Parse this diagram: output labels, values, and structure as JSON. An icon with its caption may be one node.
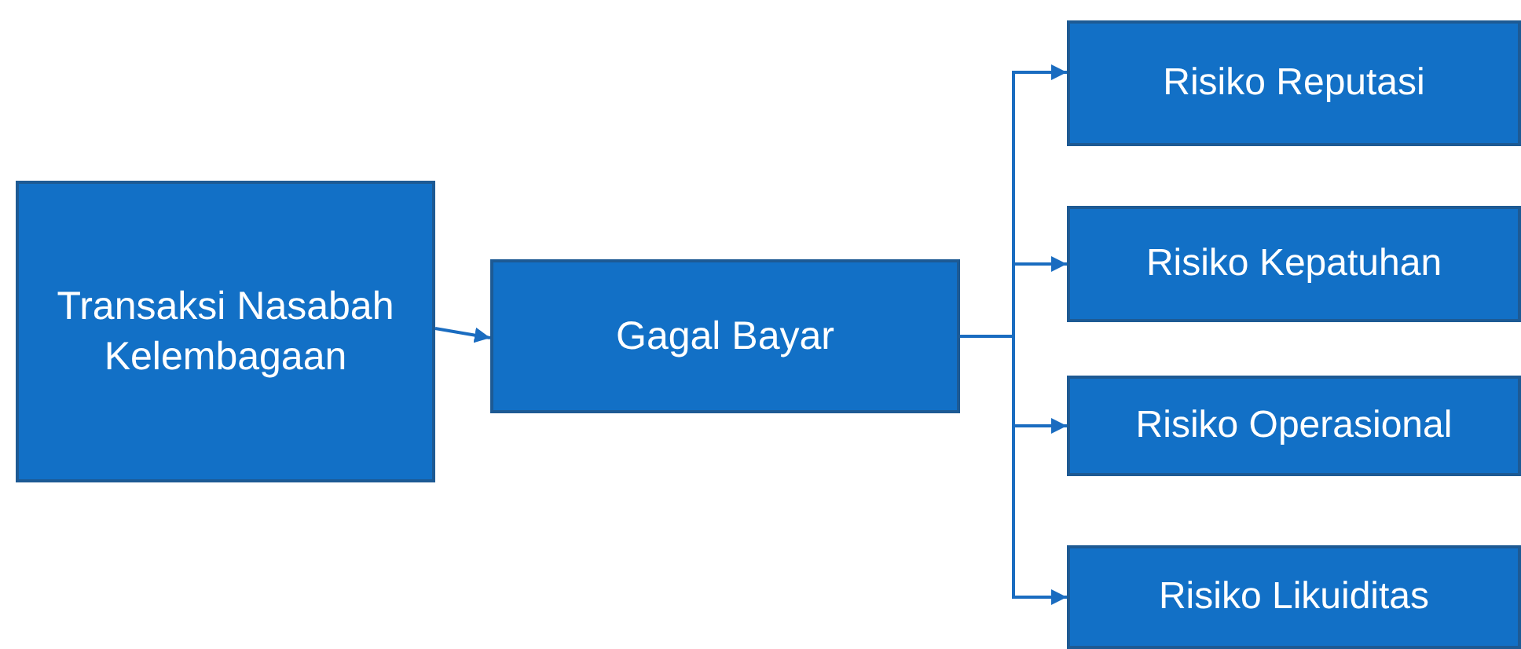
{
  "diagram": {
    "nodes": [
      {
        "text": [
          "Transaksi Nasabah Kelembagaan"
        ]
      },
      {
        "text": [
          "Gagal Bayar"
        ]
      },
      {
        "text": [
          "Risiko Reputasi"
        ]
      },
      {
        "text": [
          "Risiko Kepatuhan"
        ]
      },
      {
        "text": [
          "Risiko Operasional"
        ]
      },
      {
        "text": [
          "Risiko Likuiditas"
        ]
      }
    ],
    "edges": [
      {
        "from": 0,
        "to": 1,
        "arrow": "to"
      },
      {
        "from": 1,
        "to": 2,
        "arrow": "to"
      },
      {
        "from": 1,
        "to": 3,
        "arrow": "to"
      },
      {
        "from": 1,
        "to": 4,
        "arrow": "to"
      },
      {
        "from": 1,
        "to": 5,
        "arrow": "to"
      }
    ]
  }
}
